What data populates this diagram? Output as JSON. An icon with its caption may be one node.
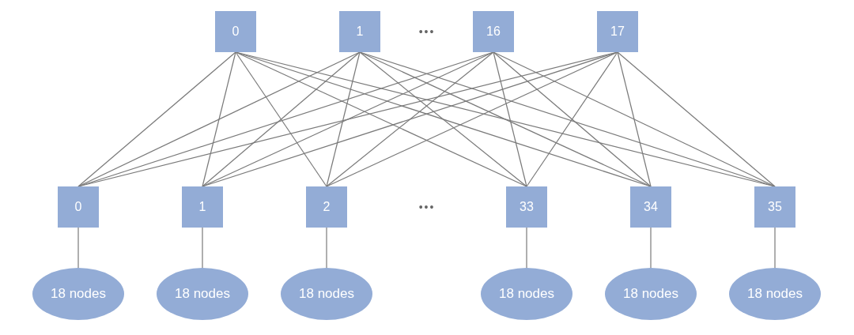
{
  "diagram": {
    "nodes": [
      {
        "text": [
          "0"
        ]
      },
      {
        "text": [
          "1"
        ]
      },
      {
        "text": [
          "16"
        ]
      },
      {
        "text": [
          "17"
        ]
      },
      {
        "text": [
          "0"
        ]
      },
      {
        "text": [
          "1"
        ]
      },
      {
        "text": [
          "2"
        ]
      },
      {
        "text": [
          "33"
        ]
      },
      {
        "text": [
          "34"
        ]
      },
      {
        "text": [
          "35"
        ]
      },
      {
        "text": [
          "18 nodes"
        ]
      },
      {
        "text": [
          "18 nodes"
        ]
      },
      {
        "text": [
          "18 nodes"
        ]
      },
      {
        "text": [
          "18 nodes"
        ]
      },
      {
        "text": [
          "18 nodes"
        ]
      },
      {
        "text": [
          "18 nodes"
        ]
      }
    ],
    "edges": [
      {
        "from": 0,
        "to": 4,
        "arrow": "none"
      },
      {
        "from": 0,
        "to": 5,
        "arrow": "none"
      },
      {
        "from": 0,
        "to": 6,
        "arrow": "none"
      },
      {
        "from": 0,
        "to": 7,
        "arrow": "none"
      },
      {
        "from": 0,
        "to": 8,
        "arrow": "none"
      },
      {
        "from": 0,
        "to": 9,
        "arrow": "none"
      },
      {
        "from": 1,
        "to": 4,
        "arrow": "none"
      },
      {
        "from": 1,
        "to": 5,
        "arrow": "none"
      },
      {
        "from": 1,
        "to": 6,
        "arrow": "none"
      },
      {
        "from": 1,
        "to": 7,
        "arrow": "none"
      },
      {
        "from": 1,
        "to": 8,
        "arrow": "none"
      },
      {
        "from": 1,
        "to": 9,
        "arrow": "none"
      },
      {
        "from": 2,
        "to": 4,
        "arrow": "none"
      },
      {
        "from": 2,
        "to": 5,
        "arrow": "none"
      },
      {
        "from": 2,
        "to": 6,
        "arrow": "none"
      },
      {
        "from": 2,
        "to": 7,
        "arrow": "none"
      },
      {
        "from": 2,
        "to": 8,
        "arrow": "none"
      },
      {
        "from": 2,
        "to": 9,
        "arrow": "none"
      },
      {
        "from": 3,
        "to": 4,
        "arrow": "none"
      },
      {
        "from": 3,
        "to": 5,
        "arrow": "none"
      },
      {
        "from": 3,
        "to": 6,
        "arrow": "none"
      },
      {
        "from": 3,
        "to": 7,
        "arrow": "none"
      },
      {
        "from": 3,
        "to": 8,
        "arrow": "none"
      },
      {
        "from": 3,
        "to": 9,
        "arrow": "none"
      },
      {
        "from": 4,
        "to": 10,
        "arrow": "none"
      },
      {
        "from": 5,
        "to": 11,
        "arrow": "none"
      },
      {
        "from": 6,
        "to": 12,
        "arrow": "none"
      },
      {
        "from": 7,
        "to": 13,
        "arrow": "none"
      },
      {
        "from": 8,
        "to": 14,
        "arrow": "none"
      },
      {
        "from": 9,
        "to": 15,
        "arrow": "none"
      }
    ],
    "labels": [
      "•••",
      "•••"
    ]
  }
}
